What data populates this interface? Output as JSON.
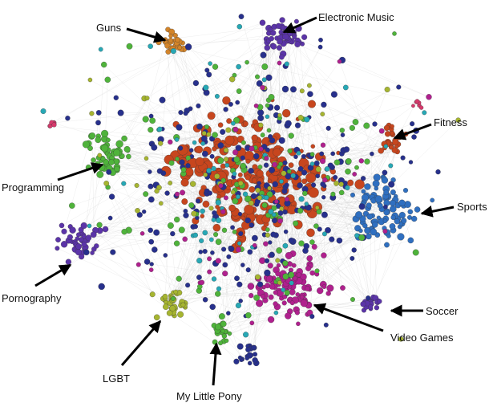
{
  "labels": {
    "guns": "Guns",
    "electronic_music": "Electronic Music",
    "fitness": "Fitness",
    "programming": "Programming",
    "sports": "Sports",
    "pornography": "Pornography",
    "soccer": "Soccer",
    "video_games": "Video Games",
    "lgbt": "LGBT",
    "my_little_pony": "My Little Pony"
  },
  "colors": {
    "background": "#ffffff",
    "edges": "#c8c8c8",
    "core": "#c7461e",
    "purple": "#5b34a8",
    "navy": "#27308c",
    "blue": "#2f6fc0",
    "green": "#4fb33b",
    "magenta": "#b0208e",
    "olive": "#a6b530",
    "teal": "#27a8b5",
    "orange": "#d2842a",
    "pink": "#d63a6c",
    "arrow": "#000000"
  }
}
